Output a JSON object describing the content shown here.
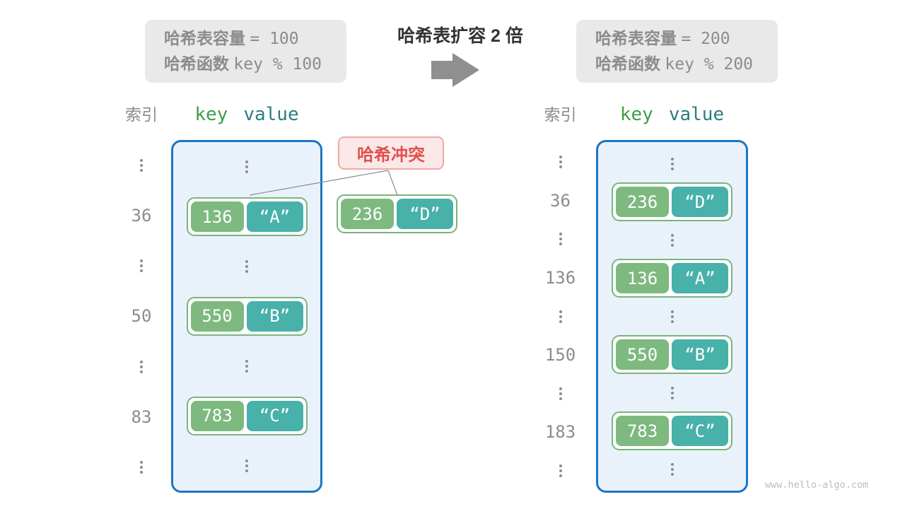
{
  "title": "哈希表扩容 2 倍",
  "info_left": {
    "line1_label": "哈希表容量",
    "line1_value": "= 100",
    "line2_label": "哈希函数",
    "line2_value": "key % 100"
  },
  "info_right": {
    "line1_label": "哈希表容量",
    "line1_value": "= 200",
    "line2_label": "哈希函数",
    "line2_value": "key % 200"
  },
  "collision_label": "哈希冲突",
  "floating_pair": {
    "key": "236",
    "value": "“D”"
  },
  "watermark": "www.hello-algo.com",
  "tables": [
    {
      "id": "left",
      "header": {
        "index": "索引",
        "key": "key",
        "value": "value"
      },
      "rows": [
        {
          "type": "dots"
        },
        {
          "type": "pair",
          "index": "36",
          "key": "136",
          "value": "“A”"
        },
        {
          "type": "dots"
        },
        {
          "type": "pair",
          "index": "50",
          "key": "550",
          "value": "“B”"
        },
        {
          "type": "dots"
        },
        {
          "type": "pair",
          "index": "83",
          "key": "783",
          "value": "“C”"
        },
        {
          "type": "dots"
        }
      ]
    },
    {
      "id": "right",
      "header": {
        "index": "索引",
        "key": "key",
        "value": "value"
      },
      "rows": [
        {
          "type": "dots"
        },
        {
          "type": "pair",
          "index": "36",
          "key": "236",
          "value": "“D”"
        },
        {
          "type": "dots"
        },
        {
          "type": "pair",
          "index": "136",
          "key": "136",
          "value": "“A”"
        },
        {
          "type": "dots"
        },
        {
          "type": "pair",
          "index": "150",
          "key": "550",
          "value": "“B”"
        },
        {
          "type": "dots"
        },
        {
          "type": "pair",
          "index": "183",
          "key": "783",
          "value": "“C”"
        },
        {
          "type": "dots"
        }
      ]
    }
  ],
  "colors": {
    "table_border": "#1d76c2",
    "table_bg": "#e9f2fb",
    "pair_border": "#79b57b",
    "key_pill": "#7eb980",
    "value_pill": "#48b1a9",
    "key_header": "#3d9e49",
    "value_header": "#2b7e80",
    "collision_text": "#e0514b",
    "collision_bg": "#fce8e8",
    "collision_border": "#f2a8a2",
    "gray_text": "#8c8c8c",
    "arrow": "#8f8f8f"
  }
}
